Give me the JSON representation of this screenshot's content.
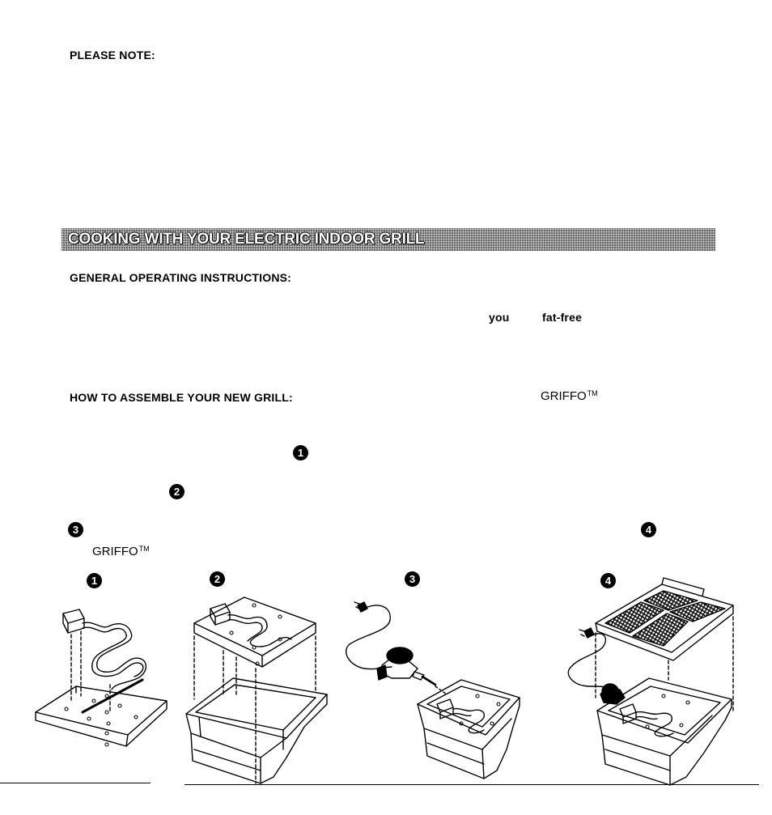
{
  "note_heading": "PLEASE NOTE:",
  "banner_title": "COOKING WITH YOUR ELECTRIC INDOOR GRILL",
  "general_heading": "GENERAL OPERATING INSTRUCTIONS:",
  "word_you": "you",
  "word_fatfree": "fat-free",
  "assemble_heading": "HOW TO ASSEMBLE YOUR NEW GRILL:",
  "brand_name": "GRIFFO",
  "trademark": "TM",
  "markers": {
    "one": "1",
    "two": "2",
    "three": "3",
    "four": "4"
  },
  "colors": {
    "banner_bg": "#8a8a8a",
    "text": "#000000",
    "marker_bg": "#000000",
    "marker_text": "#ffffff"
  }
}
